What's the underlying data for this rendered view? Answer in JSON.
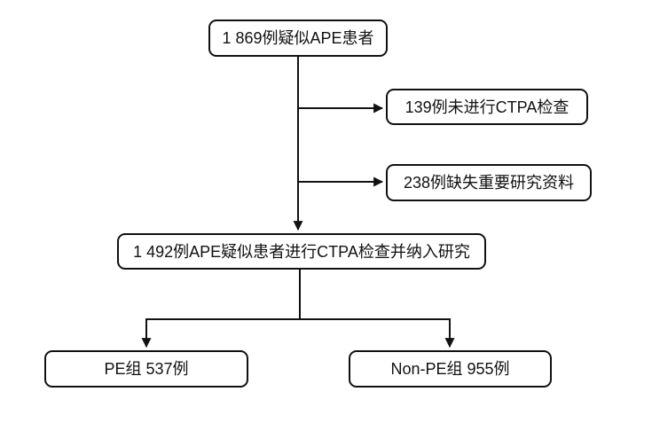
{
  "diagram": {
    "type": "flowchart",
    "colors": {
      "line": "#111111",
      "box_border": "#111111",
      "box_fill": "#ffffff",
      "text": "#111111",
      "background": "#ffffff"
    },
    "nodes": {
      "suspected": {
        "label": "1 869例疑似APE患者"
      },
      "no_ctpa": {
        "label": "139例未进行CTPA检查"
      },
      "missing_data": {
        "label": "238例缺失重要研究资料"
      },
      "included": {
        "label": "1 492例APE疑似患者进行CTPA检查并纳入研究"
      },
      "pe_group": {
        "label": "PE组 537例"
      },
      "non_pe_group": {
        "label": "Non-PE组 955例"
      }
    }
  }
}
